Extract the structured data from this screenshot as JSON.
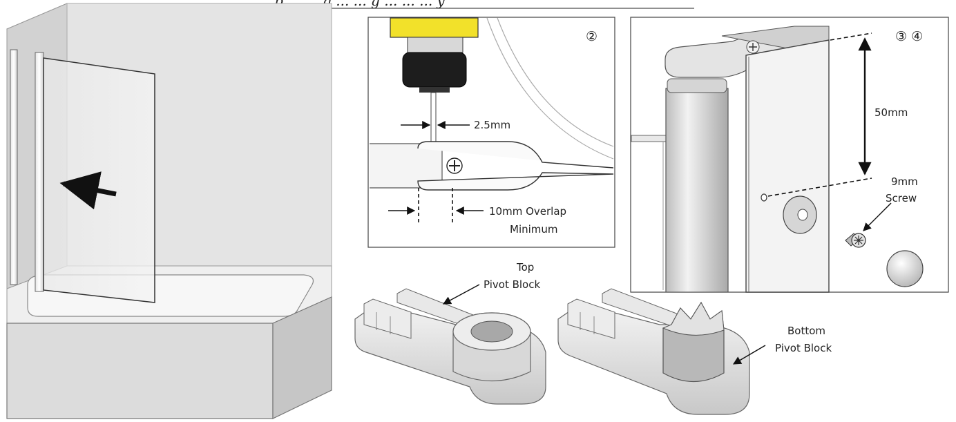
{
  "header": {
    "partial_title": "...p ... ... g ... ... g ... ... ... y"
  },
  "panel_step2": {
    "step_marker": "②",
    "gap_label": "2.5mm",
    "overlap_label_line1": "10mm Overlap",
    "overlap_label_line2": "Minimum"
  },
  "panel_step34": {
    "step_marker": "③ ④",
    "distance_label": "50mm",
    "screw_label_line1": "9mm",
    "screw_label_line2": "Screw"
  },
  "pivot_blocks": {
    "top_label_line1": "Top",
    "top_label_line2": "Pivot Block",
    "bottom_label_line1": "Bottom",
    "bottom_label_line2": "Pivot Block"
  }
}
